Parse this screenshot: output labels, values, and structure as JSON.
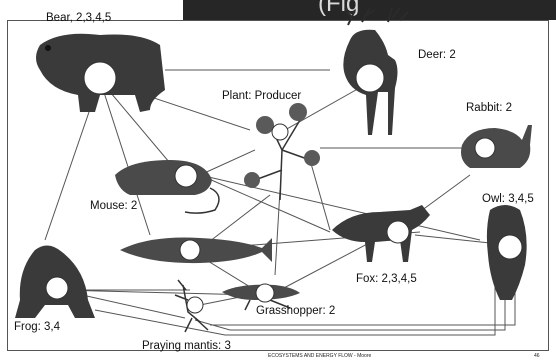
{
  "header_fragment": "(Fig",
  "labels": {
    "bear": "Bear, 2,3,4,5",
    "deer": "Deer: 2",
    "plant": "Plant: Producer",
    "rabbit": "Rabbit: 2",
    "mouse": "Mouse: 2",
    "owl": "Owl: 3,4,5",
    "fox": "Fox: 2,3,4,5",
    "grasshopper": "Grasshopper: 2",
    "frog": "Frog: 3,4",
    "mantis": "Praying mantis: 3"
  },
  "footer": {
    "caption": "ECOSYSTEMS AND ENERGY FLOW - Moore",
    "page": "46"
  },
  "colors": {
    "line": "#555555",
    "animal": "#2b2b2b",
    "header": "#262626"
  }
}
